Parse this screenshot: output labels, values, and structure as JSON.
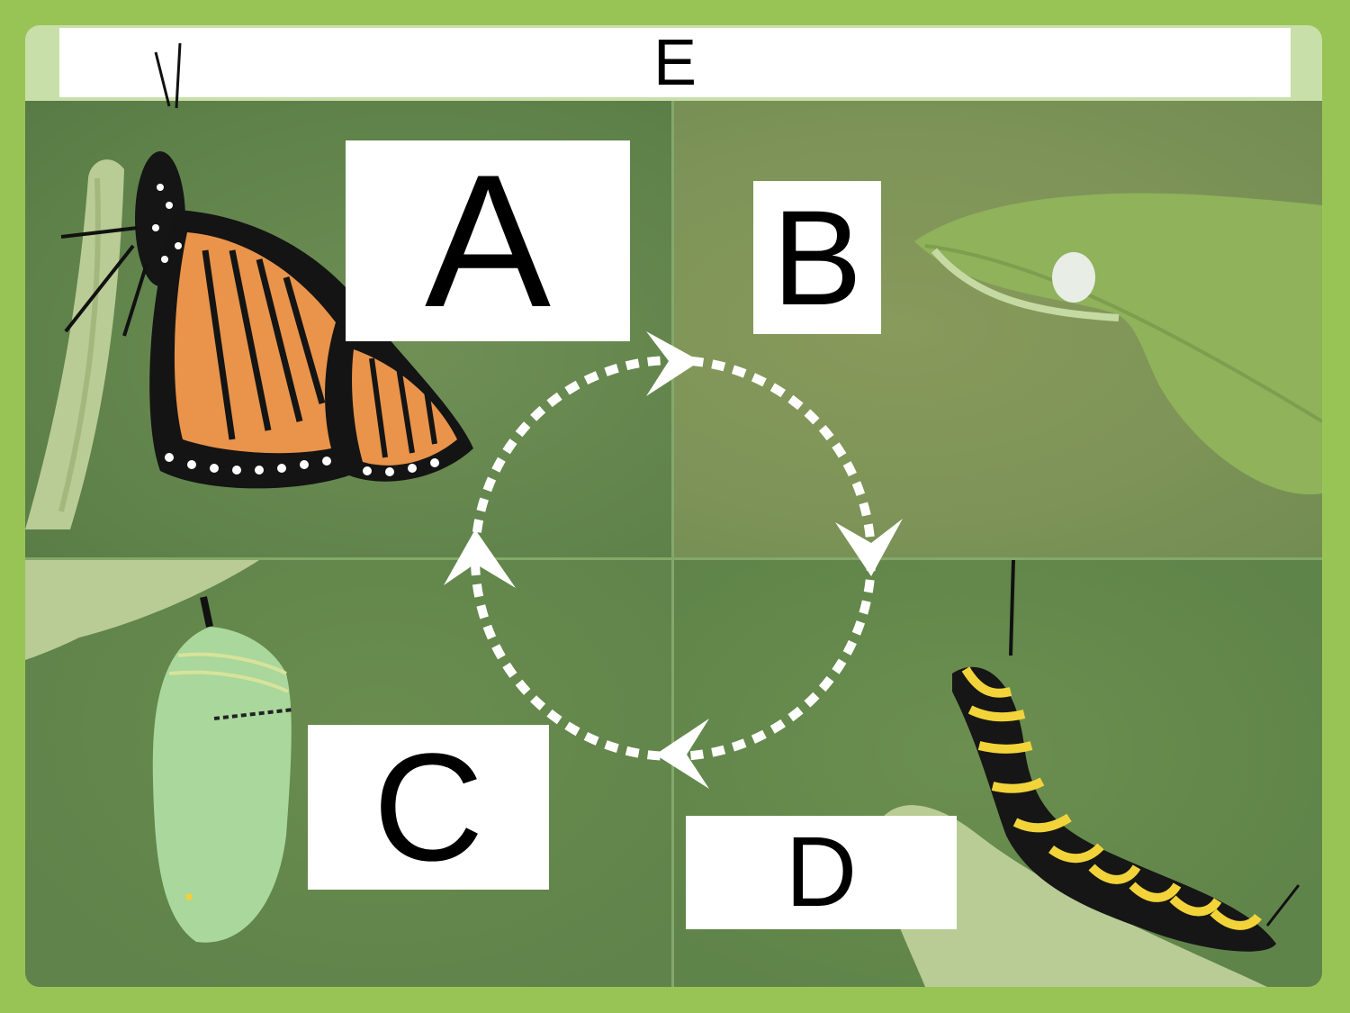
{
  "title": "E",
  "labels": {
    "a": "A",
    "b": "B",
    "c": "C",
    "d": "D"
  },
  "stages": [
    "adult-butterfly",
    "egg-on-leaf",
    "chrysalis",
    "caterpillar"
  ],
  "colors": {
    "border": "#98c456",
    "background": "#6a8c4f",
    "title_bar": "#c9dfaa",
    "arrows": "#ffffff"
  }
}
